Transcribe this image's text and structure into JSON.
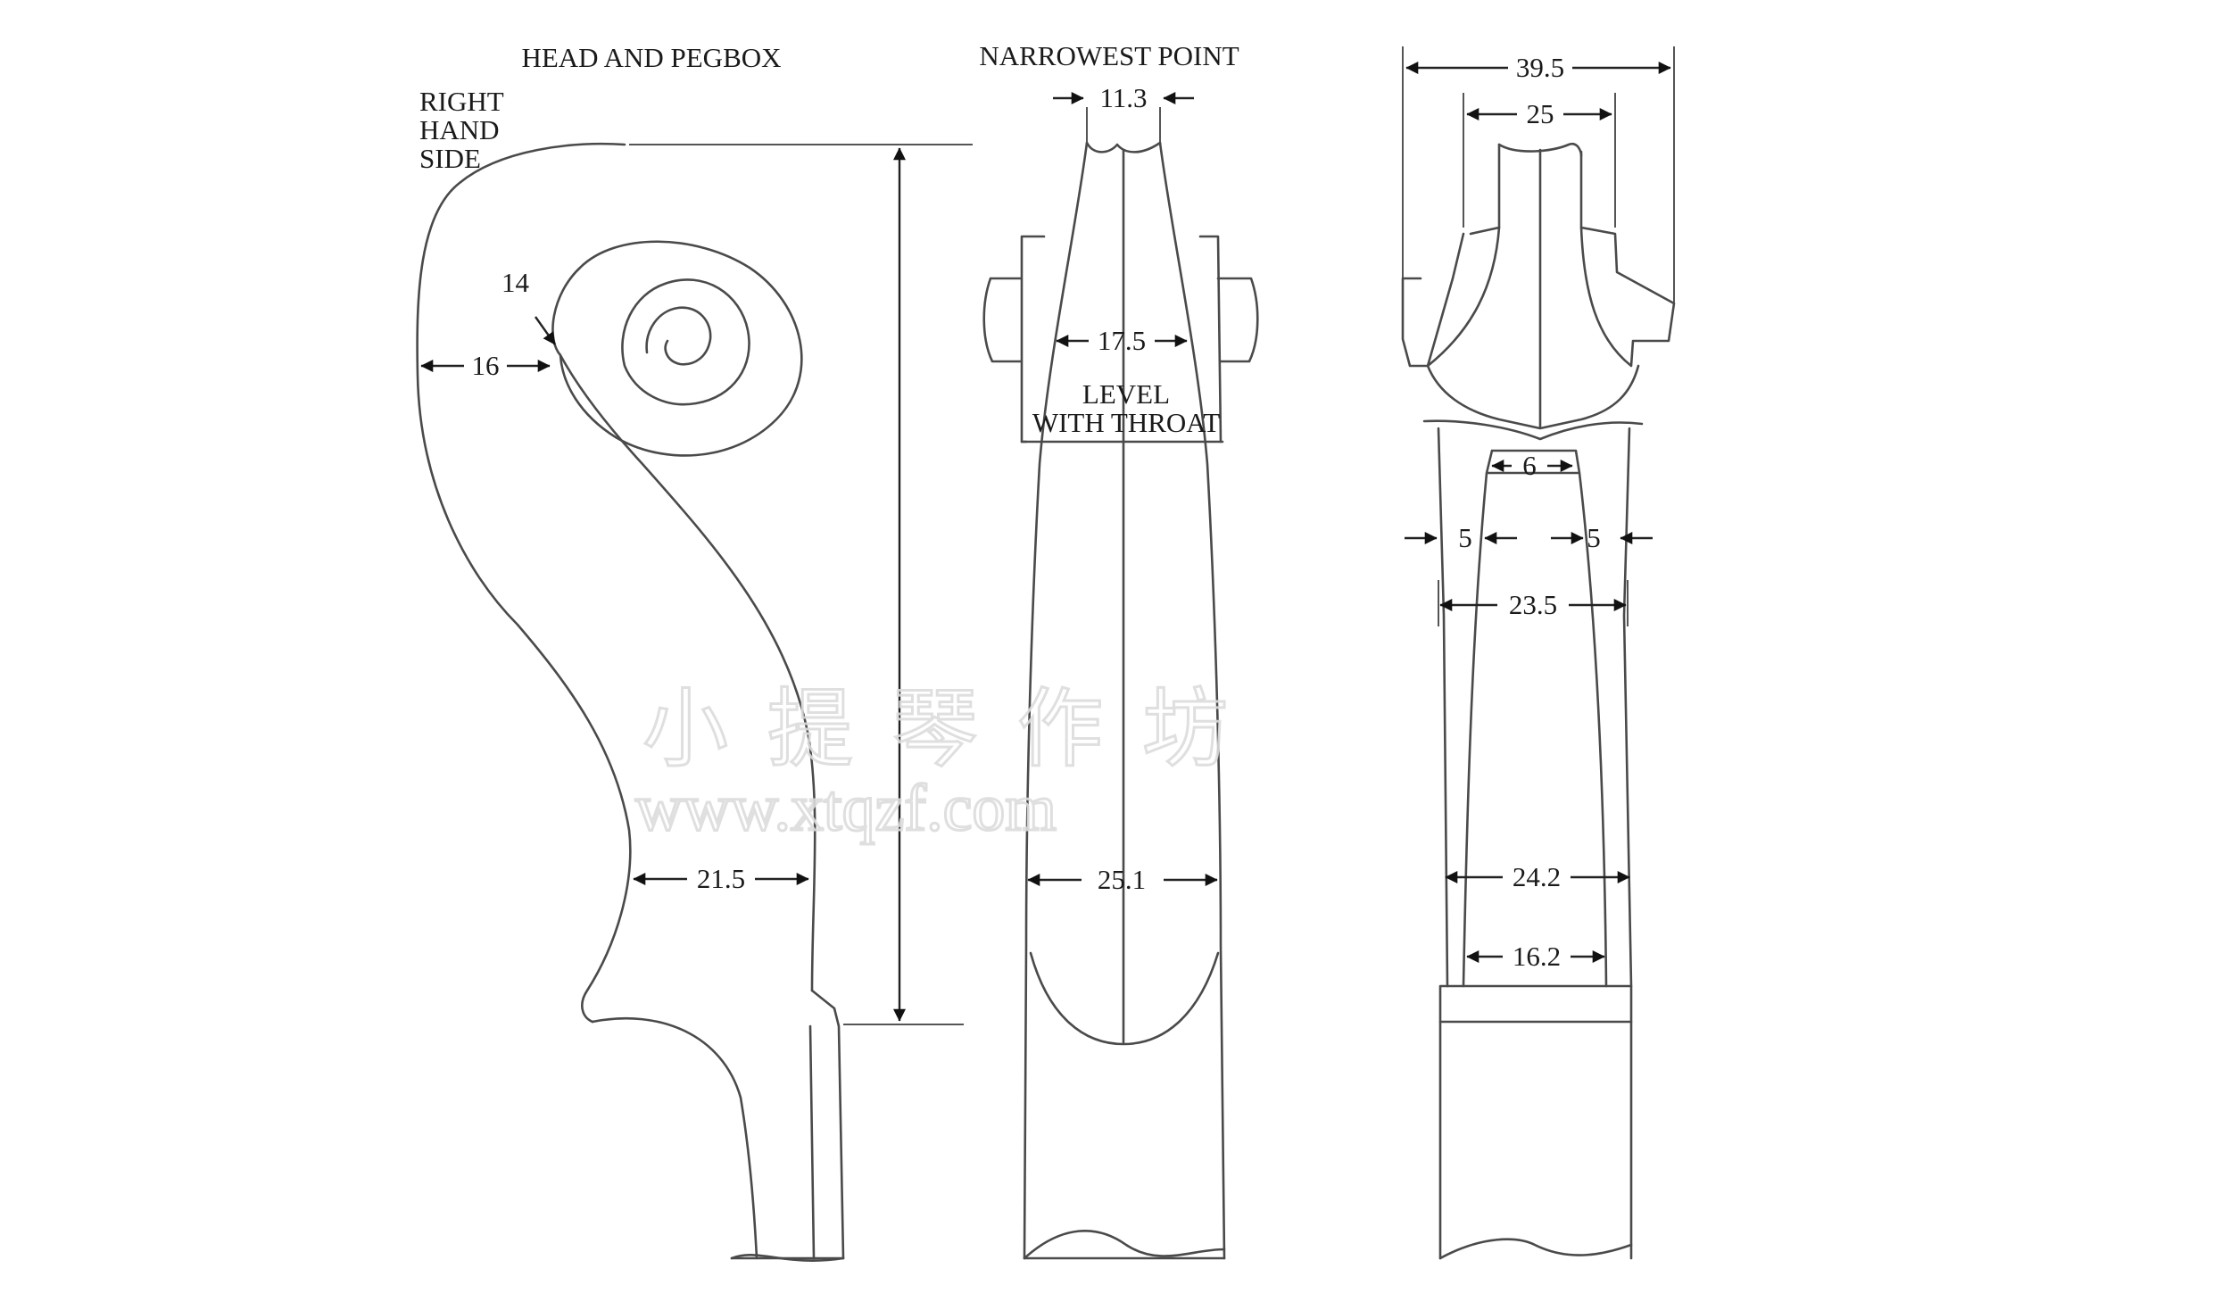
{
  "labels": {
    "head_and_pegbox": "HEAD AND PEGBOX",
    "right": "RIGHT",
    "hand": "HAND",
    "side": "SIDE",
    "narrowest_point": "NARROWEST POINT",
    "level": "LEVEL",
    "with_throat": "WITH THROAT"
  },
  "dimensions": {
    "side_view": {
      "scroll_gap": "14",
      "scroll_width": "16",
      "throat_width": "21.5"
    },
    "front_view": {
      "narrowest": "11.3",
      "pegbox_width": "17.5",
      "throat_width": "25.1"
    },
    "back_view": {
      "ear_span": "39.5",
      "top_width": "25",
      "wall_inner": "6",
      "wall_left": "5",
      "wall_right": "5",
      "upper_width": "23.5",
      "lower_width": "24.2",
      "inner_width": "16.2"
    }
  },
  "watermark": {
    "chinese": "小提琴作坊",
    "url": "www.xtqzf.com"
  }
}
